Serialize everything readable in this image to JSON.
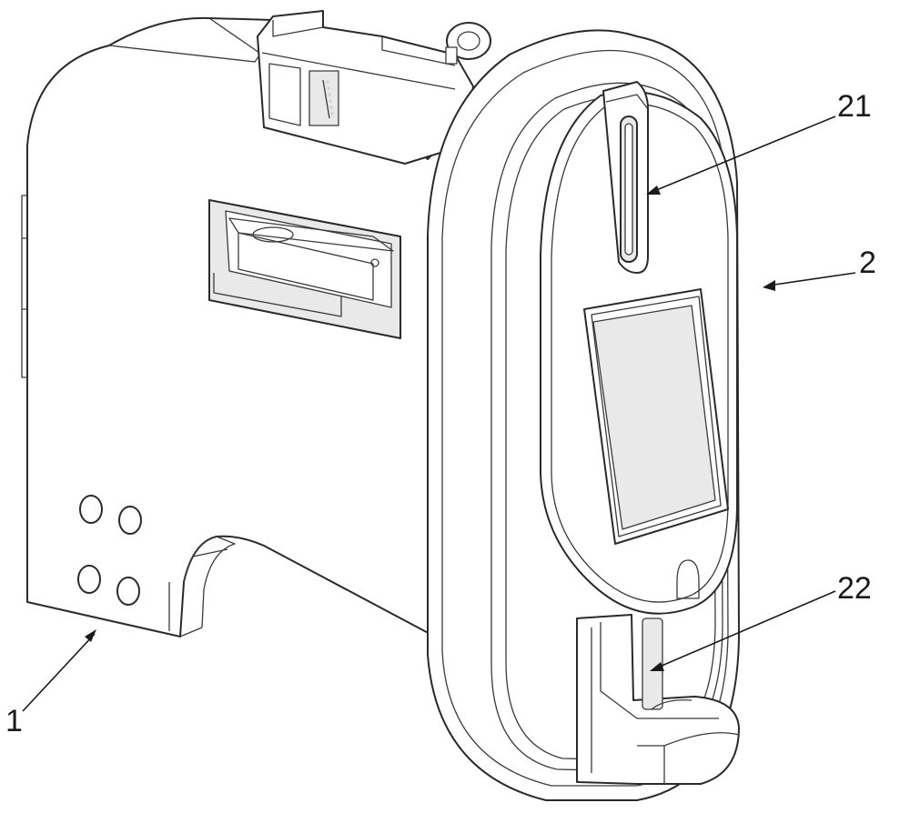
{
  "figure": {
    "callouts": [
      {
        "id": "label-1",
        "text": "1"
      },
      {
        "id": "label-2",
        "text": "2"
      },
      {
        "id": "label-21",
        "text": "21"
      },
      {
        "id": "label-22",
        "text": "22"
      }
    ]
  }
}
